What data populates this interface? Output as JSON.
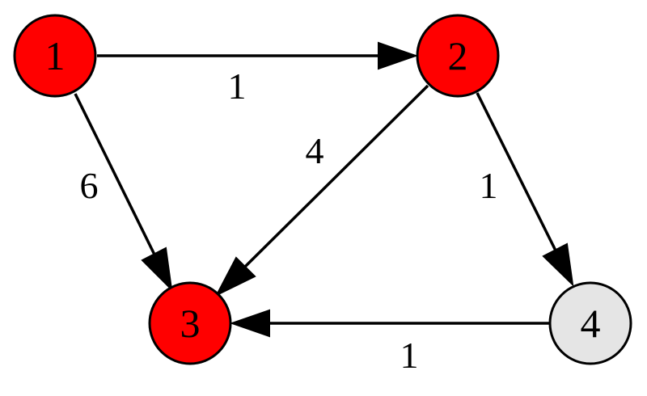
{
  "graph": {
    "nodes": [
      {
        "id": "1",
        "label": "1",
        "fill": "#ff0000"
      },
      {
        "id": "2",
        "label": "2",
        "fill": "#ff0000"
      },
      {
        "id": "3",
        "label": "3",
        "fill": "#ff0000"
      },
      {
        "id": "4",
        "label": "4",
        "fill": "#e5e5e5"
      }
    ],
    "edges": [
      {
        "id": "e12",
        "from": "1",
        "to": "2",
        "label": "1"
      },
      {
        "id": "e13",
        "from": "1",
        "to": "3",
        "label": "6"
      },
      {
        "id": "e23",
        "from": "2",
        "to": "3",
        "label": "4"
      },
      {
        "id": "e24",
        "from": "2",
        "to": "4",
        "label": "1"
      },
      {
        "id": "e43",
        "from": "4",
        "to": "3",
        "label": "1"
      }
    ]
  }
}
